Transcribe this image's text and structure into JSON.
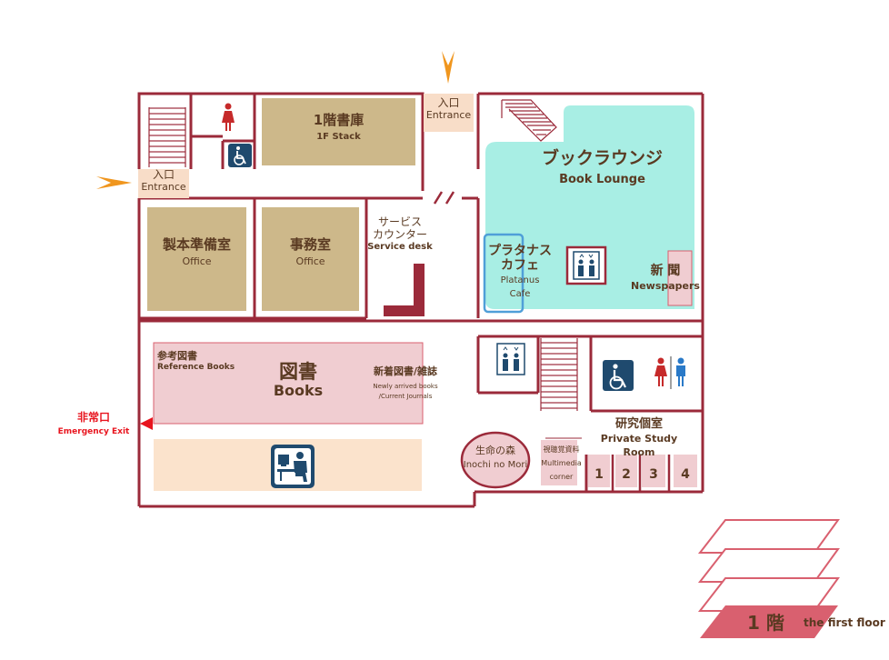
{
  "colors": {
    "wall": "#9b2a3a",
    "stack": "#cdb88a",
    "lounge": "#a8eee4",
    "books": "#f0cdd1",
    "entrance": "#f8ddc8",
    "desk_area": "#fbe3cc",
    "cafe_border": "#4f9fd8",
    "icon_blue": "#1f4a6e",
    "exit_red": "#e8141e",
    "arrow_orange": "#f0961e",
    "floor_current": "#d9606f",
    "floor_outline": "#d9606f"
  },
  "entrances": {
    "top": {
      "jp": "入口",
      "en": "Entrance"
    },
    "left": {
      "jp": "入口",
      "en": "Entrance"
    }
  },
  "rooms": {
    "stack": {
      "jp": "1階書庫",
      "en": "1F Stack"
    },
    "binding": {
      "jp": "製本準備室",
      "en": "Office"
    },
    "office": {
      "jp": "事務室",
      "en": "Office"
    },
    "service": {
      "jp1": "サービス",
      "jp2": "カウンター",
      "en": "Service desk"
    },
    "lounge": {
      "jp": "ブックラウンジ",
      "en": "Book Lounge"
    },
    "cafe": {
      "jp1": "プラタナス",
      "jp2": "カフェ",
      "en1": "Platanus",
      "en2": "Cafe"
    },
    "newspapers": {
      "jp": "新 聞",
      "en": "Newspapers"
    },
    "books": {
      "jp": "図書",
      "en": "Books"
    },
    "reference": {
      "jp": "参考図書",
      "en": "Reference Books"
    },
    "newly": {
      "jp": "新着図書/雑誌",
      "en1": "Newly arrived books",
      "en2": "/Current Journals"
    },
    "inochi": {
      "jp": "生命の森",
      "en": "Inochi no Mori"
    },
    "multimedia": {
      "jp": "視聴覚資料",
      "en1": "Multimedia",
      "en2": "corner"
    },
    "private_study": {
      "jp": "研究個室",
      "en1": "Private Study",
      "en2": "Room",
      "numbers": [
        "1",
        "2",
        "3",
        "4"
      ]
    }
  },
  "exit": {
    "jp": "非常口",
    "en": "Emergency Exit"
  },
  "floor": {
    "jp": "1 階",
    "en": "the first floor"
  },
  "icons": [
    "woman-icon",
    "wheelchair-icon",
    "elevator-icon",
    "restroom-icon",
    "pc-user-icon",
    "stairs-icon"
  ]
}
